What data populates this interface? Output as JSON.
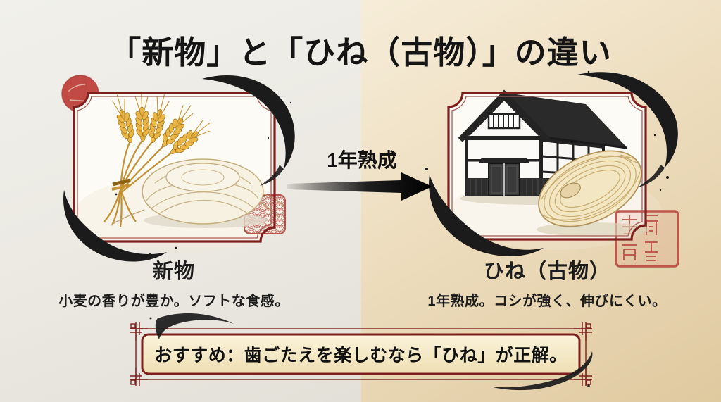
{
  "title": "「新物」と「ひね（古物）」の違い",
  "comparison": {
    "left": {
      "label": "新物",
      "description": "小麦の香りが豊か。ソフトな食感。",
      "illustrations": [
        "wheat-sheaf",
        "fresh-noodle-nest"
      ],
      "stamps": [
        "red-circle-seal",
        "seigaiha-wave-stamp"
      ]
    },
    "arrow_label": "1年熟成",
    "right": {
      "label": "ひね（古物）",
      "description": "1年熟成。コシが強く、伸びにくい。",
      "illustrations": [
        "storehouse-kura",
        "aged-noodle-skein"
      ],
      "stamps": [
        "square-hanko-seal"
      ]
    }
  },
  "recommendation": "おすすめ：歯ごたえを楽しむなら「ひね」が正解。",
  "colors": {
    "background_left": "#EDEBE5",
    "background_right_top": "#F6EDD9",
    "background_right_bottom": "#DFC99F",
    "frame_red_outer": "#7E1F1E",
    "frame_red_inner": "#A85B52",
    "panel_background": "#FDFBF5",
    "ink_black": "#1B1B1B",
    "seal_red": "#C04A43",
    "wheat_gold": "#E0A63A",
    "noodle_cream": "#F6EFDD",
    "box_background_top": "#FAF3DB",
    "box_background_bottom": "#EEDFB3",
    "text_black": "#151515"
  }
}
